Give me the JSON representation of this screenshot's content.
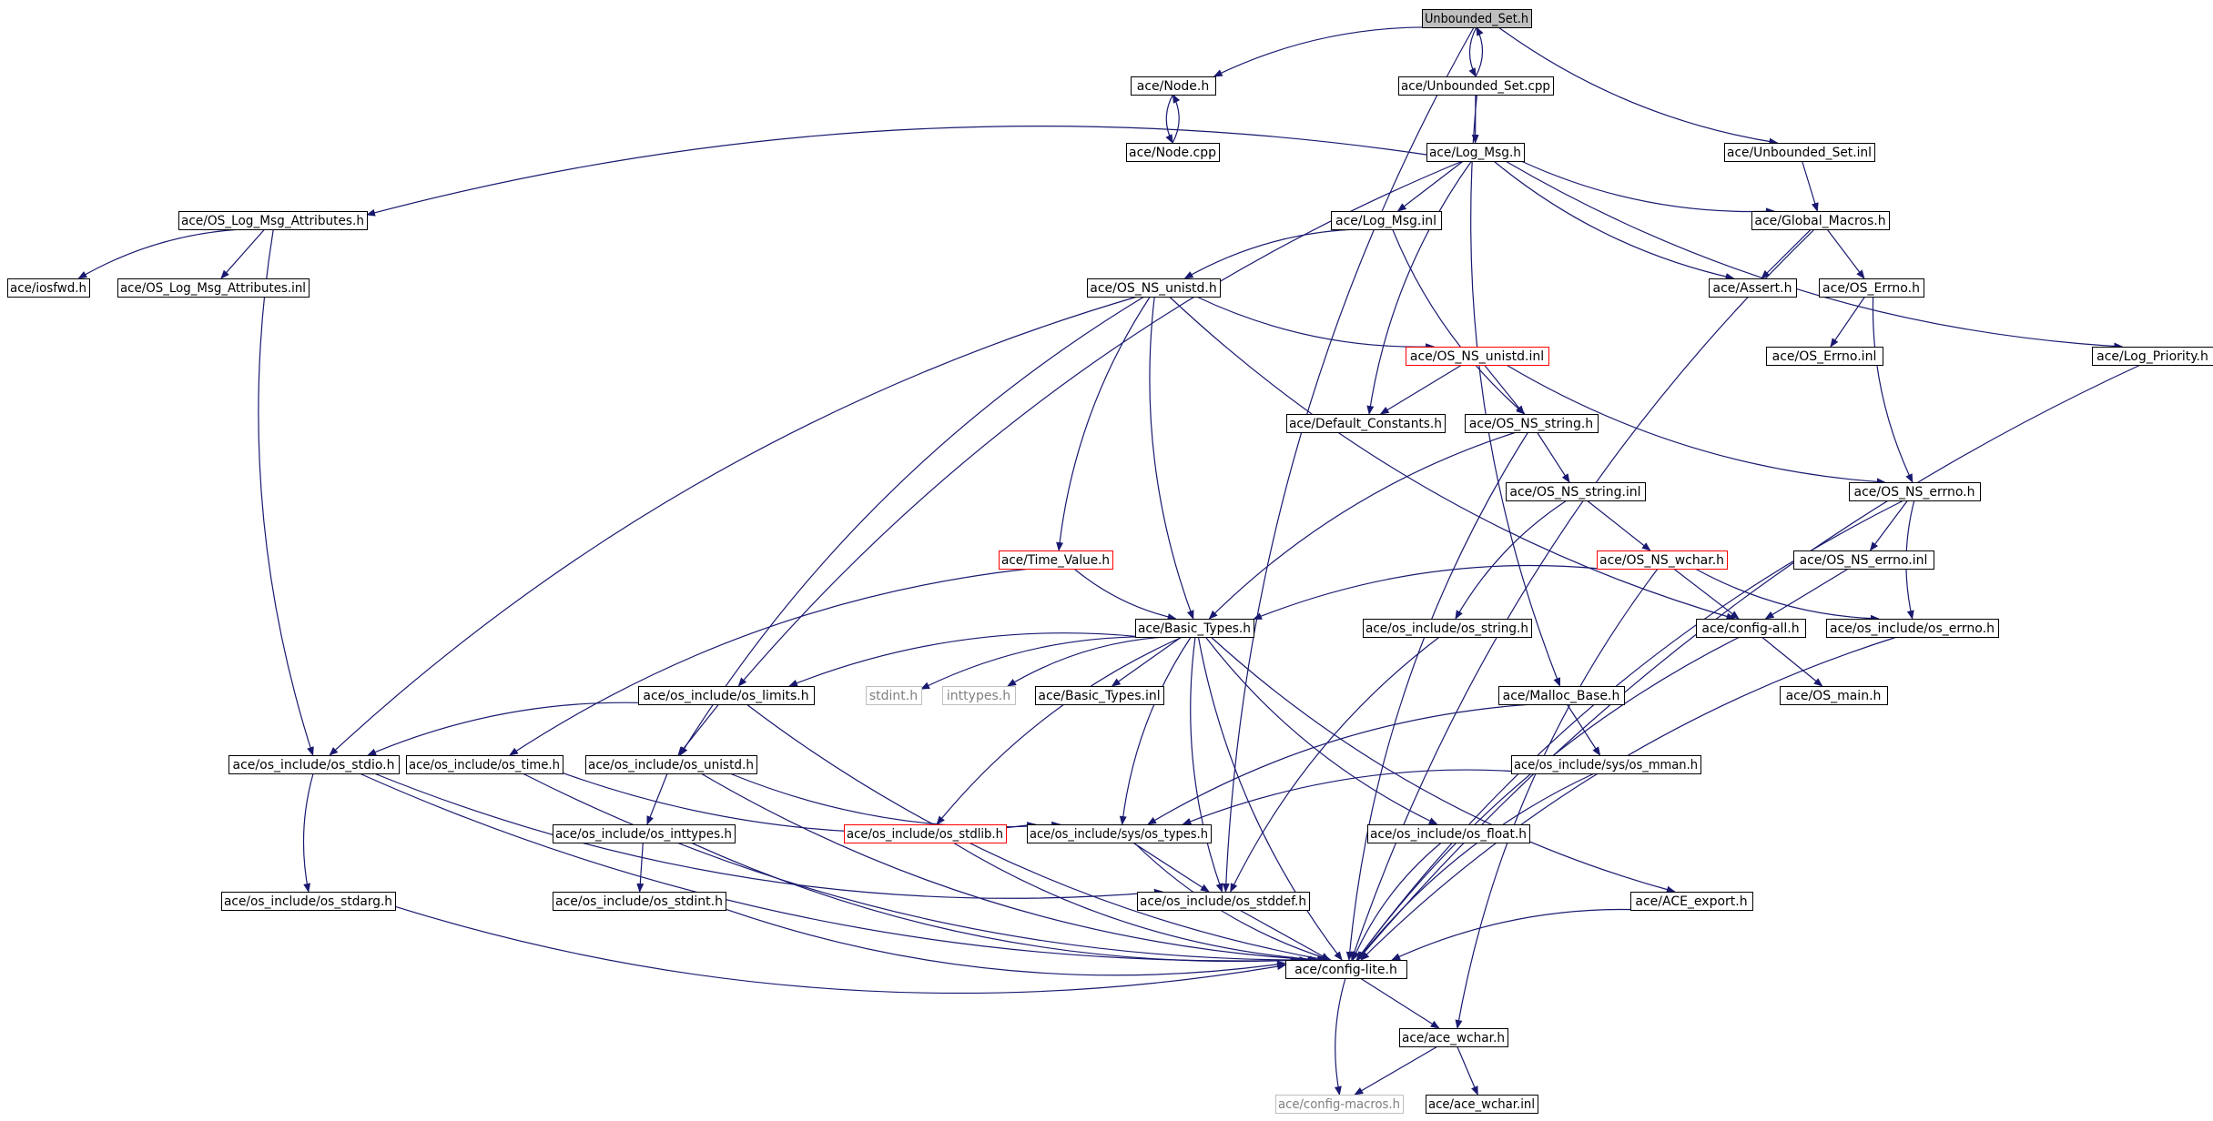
{
  "colors": {
    "edge": "#191970",
    "border_normal": "#000000",
    "border_truncated": "#ff0000",
    "border_missing": "#bfbfbf",
    "fill_root": "#bfbfbf",
    "fill_normal": "#ffffff",
    "text_normal": "#000000",
    "text_missing": "#7f7f7f"
  },
  "nodes": [
    {
      "id": "unbounded_set_h",
      "label": "Unbounded_Set.h",
      "kind": "root"
    },
    {
      "id": "node_h",
      "label": "ace/Node.h",
      "kind": "normal"
    },
    {
      "id": "unbounded_set_cpp",
      "label": "ace/Unbounded_Set.cpp",
      "kind": "normal"
    },
    {
      "id": "node_cpp",
      "label": "ace/Node.cpp",
      "kind": "normal"
    },
    {
      "id": "log_msg_h",
      "label": "ace/Log_Msg.h",
      "kind": "normal"
    },
    {
      "id": "unbounded_set_inl",
      "label": "ace/Unbounded_Set.inl",
      "kind": "normal"
    },
    {
      "id": "os_log_msg_attributes_h",
      "label": "ace/OS_Log_Msg_Attributes.h",
      "kind": "normal"
    },
    {
      "id": "log_msg_inl",
      "label": "ace/Log_Msg.inl",
      "kind": "normal"
    },
    {
      "id": "global_macros_h",
      "label": "ace/Global_Macros.h",
      "kind": "normal"
    },
    {
      "id": "iosfwd_h",
      "label": "ace/iosfwd.h",
      "kind": "normal"
    },
    {
      "id": "os_log_msg_attributes_inl",
      "label": "ace/OS_Log_Msg_Attributes.inl",
      "kind": "normal"
    },
    {
      "id": "os_ns_unistd_h",
      "label": "ace/OS_NS_unistd.h",
      "kind": "normal"
    },
    {
      "id": "assert_h",
      "label": "ace/Assert.h",
      "kind": "normal"
    },
    {
      "id": "os_errno_h",
      "label": "ace/OS_Errno.h",
      "kind": "normal"
    },
    {
      "id": "os_ns_unistd_inl",
      "label": "ace/OS_NS_unistd.inl",
      "kind": "truncated"
    },
    {
      "id": "os_errno_inl",
      "label": "ace/OS_Errno.inl",
      "kind": "normal"
    },
    {
      "id": "log_priority_h",
      "label": "ace/Log_Priority.h",
      "kind": "normal"
    },
    {
      "id": "default_constants_h",
      "label": "ace/Default_Constants.h",
      "kind": "normal"
    },
    {
      "id": "os_ns_string_h",
      "label": "ace/OS_NS_string.h",
      "kind": "normal"
    },
    {
      "id": "os_ns_string_inl",
      "label": "ace/OS_NS_string.inl",
      "kind": "normal"
    },
    {
      "id": "os_ns_errno_h",
      "label": "ace/OS_NS_errno.h",
      "kind": "normal"
    },
    {
      "id": "time_value_h",
      "label": "ace/Time_Value.h",
      "kind": "truncated"
    },
    {
      "id": "os_ns_wchar_h",
      "label": "ace/OS_NS_wchar.h",
      "kind": "truncated"
    },
    {
      "id": "os_ns_errno_inl",
      "label": "ace/OS_NS_errno.inl",
      "kind": "normal"
    },
    {
      "id": "basic_types_h",
      "label": "ace/Basic_Types.h",
      "kind": "normal"
    },
    {
      "id": "os_include_os_string_h",
      "label": "ace/os_include/os_string.h",
      "kind": "normal"
    },
    {
      "id": "config_all_h",
      "label": "ace/config-all.h",
      "kind": "normal"
    },
    {
      "id": "os_include_os_errno_h",
      "label": "ace/os_include/os_errno.h",
      "kind": "normal"
    },
    {
      "id": "os_include_os_limits_h",
      "label": "ace/os_include/os_limits.h",
      "kind": "normal"
    },
    {
      "id": "stdint_h",
      "label": "stdint.h",
      "kind": "missing"
    },
    {
      "id": "inttypes_h",
      "label": "inttypes.h",
      "kind": "missing"
    },
    {
      "id": "basic_types_inl",
      "label": "ace/Basic_Types.inl",
      "kind": "normal"
    },
    {
      "id": "malloc_base_h",
      "label": "ace/Malloc_Base.h",
      "kind": "normal"
    },
    {
      "id": "os_main_h",
      "label": "ace/OS_main.h",
      "kind": "normal"
    },
    {
      "id": "os_include_os_stdio_h",
      "label": "ace/os_include/os_stdio.h",
      "kind": "normal"
    },
    {
      "id": "os_include_os_time_h",
      "label": "ace/os_include/os_time.h",
      "kind": "normal"
    },
    {
      "id": "os_include_os_unistd_h",
      "label": "ace/os_include/os_unistd.h",
      "kind": "normal"
    },
    {
      "id": "os_include_sys_os_mman_h",
      "label": "ace/os_include/sys/os_mman.h",
      "kind": "normal"
    },
    {
      "id": "os_include_os_inttypes_h",
      "label": "ace/os_include/os_inttypes.h",
      "kind": "normal"
    },
    {
      "id": "os_include_os_stdlib_h",
      "label": "ace/os_include/os_stdlib.h",
      "kind": "truncated"
    },
    {
      "id": "os_include_sys_os_types_h",
      "label": "ace/os_include/sys/os_types.h",
      "kind": "normal"
    },
    {
      "id": "os_include_os_float_h",
      "label": "ace/os_include/os_float.h",
      "kind": "normal"
    },
    {
      "id": "os_include_os_stdarg_h",
      "label": "ace/os_include/os_stdarg.h",
      "kind": "normal"
    },
    {
      "id": "os_include_os_stdint_h",
      "label": "ace/os_include/os_stdint.h",
      "kind": "normal"
    },
    {
      "id": "os_include_os_stddef_h",
      "label": "ace/os_include/os_stddef.h",
      "kind": "normal"
    },
    {
      "id": "ace_export_h",
      "label": "ace/ACE_export.h",
      "kind": "normal"
    },
    {
      "id": "config_lite_h",
      "label": "ace/config-lite.h",
      "kind": "normal"
    },
    {
      "id": "ace_wchar_h",
      "label": "ace/ace_wchar.h",
      "kind": "normal"
    },
    {
      "id": "config_macros_h",
      "label": "ace/config-macros.h",
      "kind": "missing"
    },
    {
      "id": "ace_wchar_inl",
      "label": "ace/ace_wchar.inl",
      "kind": "normal"
    }
  ],
  "edges": [
    [
      "unbounded_set_h",
      "node_h"
    ],
    [
      "unbounded_set_h",
      "unbounded_set_cpp"
    ],
    [
      "unbounded_set_h",
      "unbounded_set_inl"
    ],
    [
      "unbounded_set_h",
      "os_include_os_stddef_h"
    ],
    [
      "unbounded_set_cpp",
      "unbounded_set_h"
    ],
    [
      "unbounded_set_cpp",
      "log_msg_h"
    ],
    [
      "unbounded_set_cpp",
      "malloc_base_h"
    ],
    [
      "node_h",
      "node_cpp"
    ],
    [
      "node_cpp",
      "node_h"
    ],
    [
      "unbounded_set_inl",
      "global_macros_h"
    ],
    [
      "log_msg_h",
      "os_log_msg_attributes_h"
    ],
    [
      "log_msg_h",
      "log_msg_inl"
    ],
    [
      "log_msg_h",
      "global_macros_h"
    ],
    [
      "log_msg_h",
      "assert_h"
    ],
    [
      "log_msg_h",
      "log_priority_h"
    ],
    [
      "log_msg_h",
      "default_constants_h"
    ],
    [
      "log_msg_h",
      "os_include_os_limits_h"
    ],
    [
      "os_log_msg_attributes_h",
      "iosfwd_h"
    ],
    [
      "os_log_msg_attributes_h",
      "os_log_msg_attributes_inl"
    ],
    [
      "os_log_msg_attributes_h",
      "os_include_os_stdio_h"
    ],
    [
      "log_msg_inl",
      "os_ns_unistd_h"
    ],
    [
      "log_msg_inl",
      "os_ns_string_h"
    ],
    [
      "global_macros_h",
      "assert_h"
    ],
    [
      "global_macros_h",
      "os_errno_h"
    ],
    [
      "global_macros_h",
      "config_lite_h"
    ],
    [
      "os_errno_h",
      "os_errno_inl"
    ],
    [
      "os_errno_h",
      "os_ns_errno_h"
    ],
    [
      "os_ns_unistd_h",
      "os_ns_unistd_inl"
    ],
    [
      "os_ns_unistd_h",
      "time_value_h"
    ],
    [
      "os_ns_unistd_h",
      "basic_types_h"
    ],
    [
      "os_ns_unistd_h",
      "config_all_h"
    ],
    [
      "os_ns_unistd_h",
      "os_include_os_stdio_h"
    ],
    [
      "os_ns_unistd_h",
      "os_include_os_unistd_h"
    ],
    [
      "os_ns_unistd_inl",
      "default_constants_h"
    ],
    [
      "os_ns_unistd_inl",
      "os_ns_string_h"
    ],
    [
      "os_ns_unistd_inl",
      "os_ns_errno_h"
    ],
    [
      "log_priority_h",
      "config_lite_h"
    ],
    [
      "os_ns_string_h",
      "os_ns_string_inl"
    ],
    [
      "os_ns_string_h",
      "basic_types_h"
    ],
    [
      "os_ns_string_h",
      "config_lite_h"
    ],
    [
      "os_ns_string_inl",
      "os_ns_wchar_h"
    ],
    [
      "os_ns_string_inl",
      "os_include_os_string_h"
    ],
    [
      "os_ns_errno_h",
      "os_ns_errno_inl"
    ],
    [
      "os_ns_errno_h",
      "os_include_os_errno_h"
    ],
    [
      "os_ns_errno_h",
      "config_lite_h"
    ],
    [
      "os_ns_errno_inl",
      "config_all_h"
    ],
    [
      "time_value_h",
      "basic_types_h"
    ],
    [
      "time_value_h",
      "os_include_os_time_h"
    ],
    [
      "os_ns_wchar_h",
      "basic_types_h"
    ],
    [
      "os_ns_wchar_h",
      "config_all_h"
    ],
    [
      "os_ns_wchar_h",
      "os_include_os_errno_h"
    ],
    [
      "os_ns_wchar_h",
      "ace_wchar_h"
    ],
    [
      "basic_types_h",
      "os_include_os_limits_h"
    ],
    [
      "basic_types_h",
      "stdint_h"
    ],
    [
      "basic_types_h",
      "inttypes_h"
    ],
    [
      "basic_types_h",
      "basic_types_inl"
    ],
    [
      "basic_types_h",
      "os_include_os_stdlib_h"
    ],
    [
      "basic_types_h",
      "os_include_sys_os_types_h"
    ],
    [
      "basic_types_h",
      "os_include_os_stddef_h"
    ],
    [
      "basic_types_h",
      "os_include_os_float_h"
    ],
    [
      "basic_types_h",
      "config_lite_h"
    ],
    [
      "basic_types_h",
      "ace_export_h"
    ],
    [
      "os_include_os_string_h",
      "os_include_os_stddef_h"
    ],
    [
      "config_all_h",
      "os_main_h"
    ],
    [
      "config_all_h",
      "config_lite_h"
    ],
    [
      "os_include_os_errno_h",
      "config_lite_h"
    ],
    [
      "os_include_os_limits_h",
      "os_include_os_stdio_h"
    ],
    [
      "os_include_os_limits_h",
      "os_include_os_unistd_h"
    ],
    [
      "os_include_os_limits_h",
      "config_lite_h"
    ],
    [
      "malloc_base_h",
      "os_include_sys_os_mman_h"
    ],
    [
      "malloc_base_h",
      "os_include_sys_os_types_h"
    ],
    [
      "os_include_os_stdio_h",
      "os_include_os_stdarg_h"
    ],
    [
      "os_include_os_stdio_h",
      "os_include_os_stddef_h"
    ],
    [
      "os_include_os_stdio_h",
      "config_lite_h"
    ],
    [
      "os_include_os_time_h",
      "os_include_sys_os_types_h"
    ],
    [
      "os_include_os_time_h",
      "config_lite_h"
    ],
    [
      "os_include_os_unistd_h",
      "os_include_os_inttypes_h"
    ],
    [
      "os_include_os_unistd_h",
      "os_include_sys_os_types_h"
    ],
    [
      "os_include_os_unistd_h",
      "config_lite_h"
    ],
    [
      "os_include_sys_os_mman_h",
      "os_include_sys_os_types_h"
    ],
    [
      "os_include_sys_os_mman_h",
      "config_lite_h"
    ],
    [
      "os_include_os_inttypes_h",
      "os_include_os_stdint_h"
    ],
    [
      "os_include_os_inttypes_h",
      "config_lite_h"
    ],
    [
      "os_include_os_stdlib_h",
      "config_lite_h"
    ],
    [
      "os_include_sys_os_types_h",
      "os_include_os_stddef_h"
    ],
    [
      "os_include_sys_os_types_h",
      "config_lite_h"
    ],
    [
      "os_include_os_float_h",
      "config_lite_h"
    ],
    [
      "os_include_os_stdarg_h",
      "config_lite_h"
    ],
    [
      "os_include_os_stdint_h",
      "config_lite_h"
    ],
    [
      "os_include_os_stddef_h",
      "config_lite_h"
    ],
    [
      "ace_export_h",
      "config_lite_h"
    ],
    [
      "config_lite_h",
      "ace_wchar_h"
    ],
    [
      "config_lite_h",
      "config_macros_h"
    ],
    [
      "ace_wchar_h",
      "config_macros_h"
    ],
    [
      "ace_wchar_h",
      "ace_wchar_inl"
    ]
  ]
}
